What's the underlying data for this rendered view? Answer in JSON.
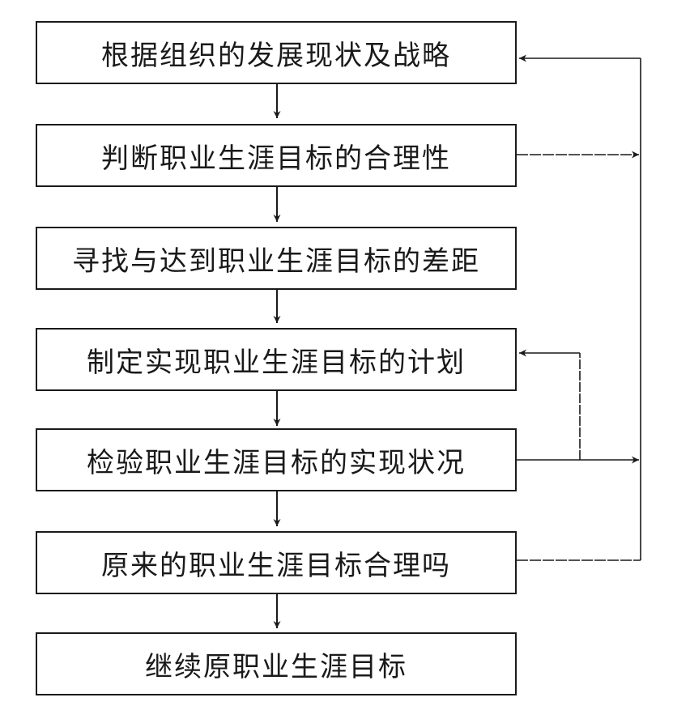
{
  "steps": [
    "根据组织的发展现状及战略",
    "判断职业生涯目标的合理性",
    "寻找与达到职业生涯目标的差距",
    "制定实现职业生涯目标的计划",
    "检验职业生涯目标的实现状况",
    "原来的职业生涯目标合理吗",
    "继续原职业生涯目标"
  ],
  "colors": {
    "line": "#1a1a1a",
    "background": "#ffffff"
  }
}
